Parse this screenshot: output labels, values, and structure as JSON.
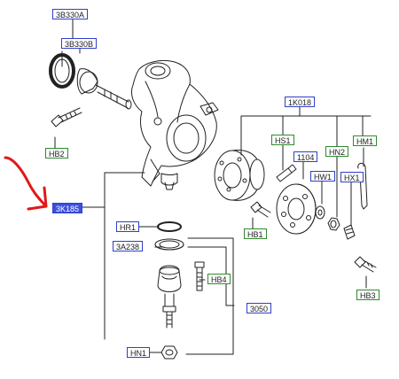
{
  "labels": {
    "l_3b330a": "3B330A",
    "l_3b330b": "3B330B",
    "l_hb2": "HB2",
    "l_1k018": "1K018",
    "l_hs1": "HS1",
    "l_1104": "1104",
    "l_hn2": "HN2",
    "l_hm1": "HM1",
    "l_hw1": "HW1",
    "l_hx1": "HX1",
    "l_3k185": "3K185",
    "l_hr1": "HR1",
    "l_3a238": "3A238",
    "l_hb1": "HB1",
    "l_hb4": "HB4",
    "l_3050": "3050",
    "l_hb3": "HB3",
    "l_hn1": "HN1"
  },
  "colors": {
    "blue_label_border": "#2f3fc9",
    "green_label_border": "#2e8b2e",
    "selected_label_fill": "#3b4fe0",
    "annotation_arrow": "#e01818",
    "line_art": "#222222"
  },
  "annotation": {
    "type": "hand-drawn arrow",
    "points_to": "3K185"
  }
}
